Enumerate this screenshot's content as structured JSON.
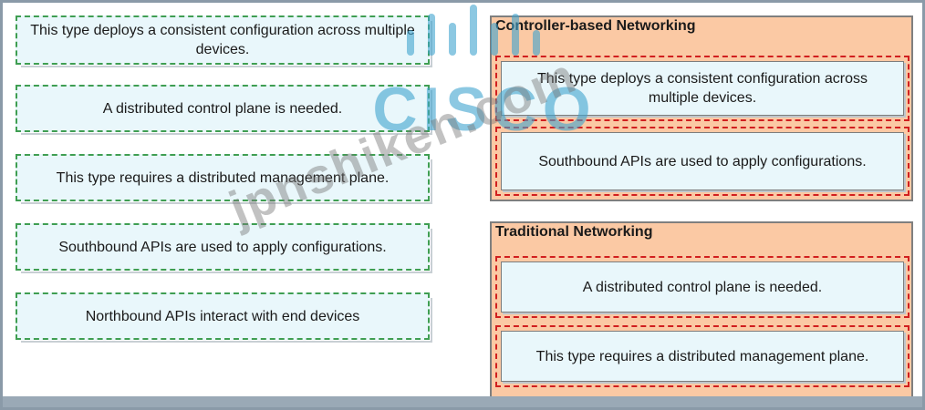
{
  "sources": [
    {
      "text": "This type deploys a consistent configuration across multiple devices."
    },
    {
      "text": "A distributed control plane is needed."
    },
    {
      "text": "This type requires a distributed management plane."
    },
    {
      "text": "Southbound APIs are used to apply configurations."
    },
    {
      "text": "Northbound APIs interact with end devices"
    }
  ],
  "targets": {
    "controller": {
      "title": "Controller-based Networking",
      "items": [
        {
          "text": "This type deploys a consistent configuration across multiple devices."
        },
        {
          "text": "Southbound APIs are used to apply configurations."
        }
      ]
    },
    "traditional": {
      "title": "Traditional Networking",
      "items": [
        {
          "text": "A distributed control plane is needed."
        },
        {
          "text": "This type requires a distributed management plane."
        }
      ]
    }
  },
  "watermark": {
    "logo_text": "CISCO",
    "site_text": "jpnshiken.com"
  },
  "colors": {
    "source_border": "#3f9e52",
    "target_background": "#fbc9a4",
    "slot_border": "#d11f1f",
    "item_background": "#e9f7fb",
    "watermark_blue": "#3fa3cf"
  }
}
